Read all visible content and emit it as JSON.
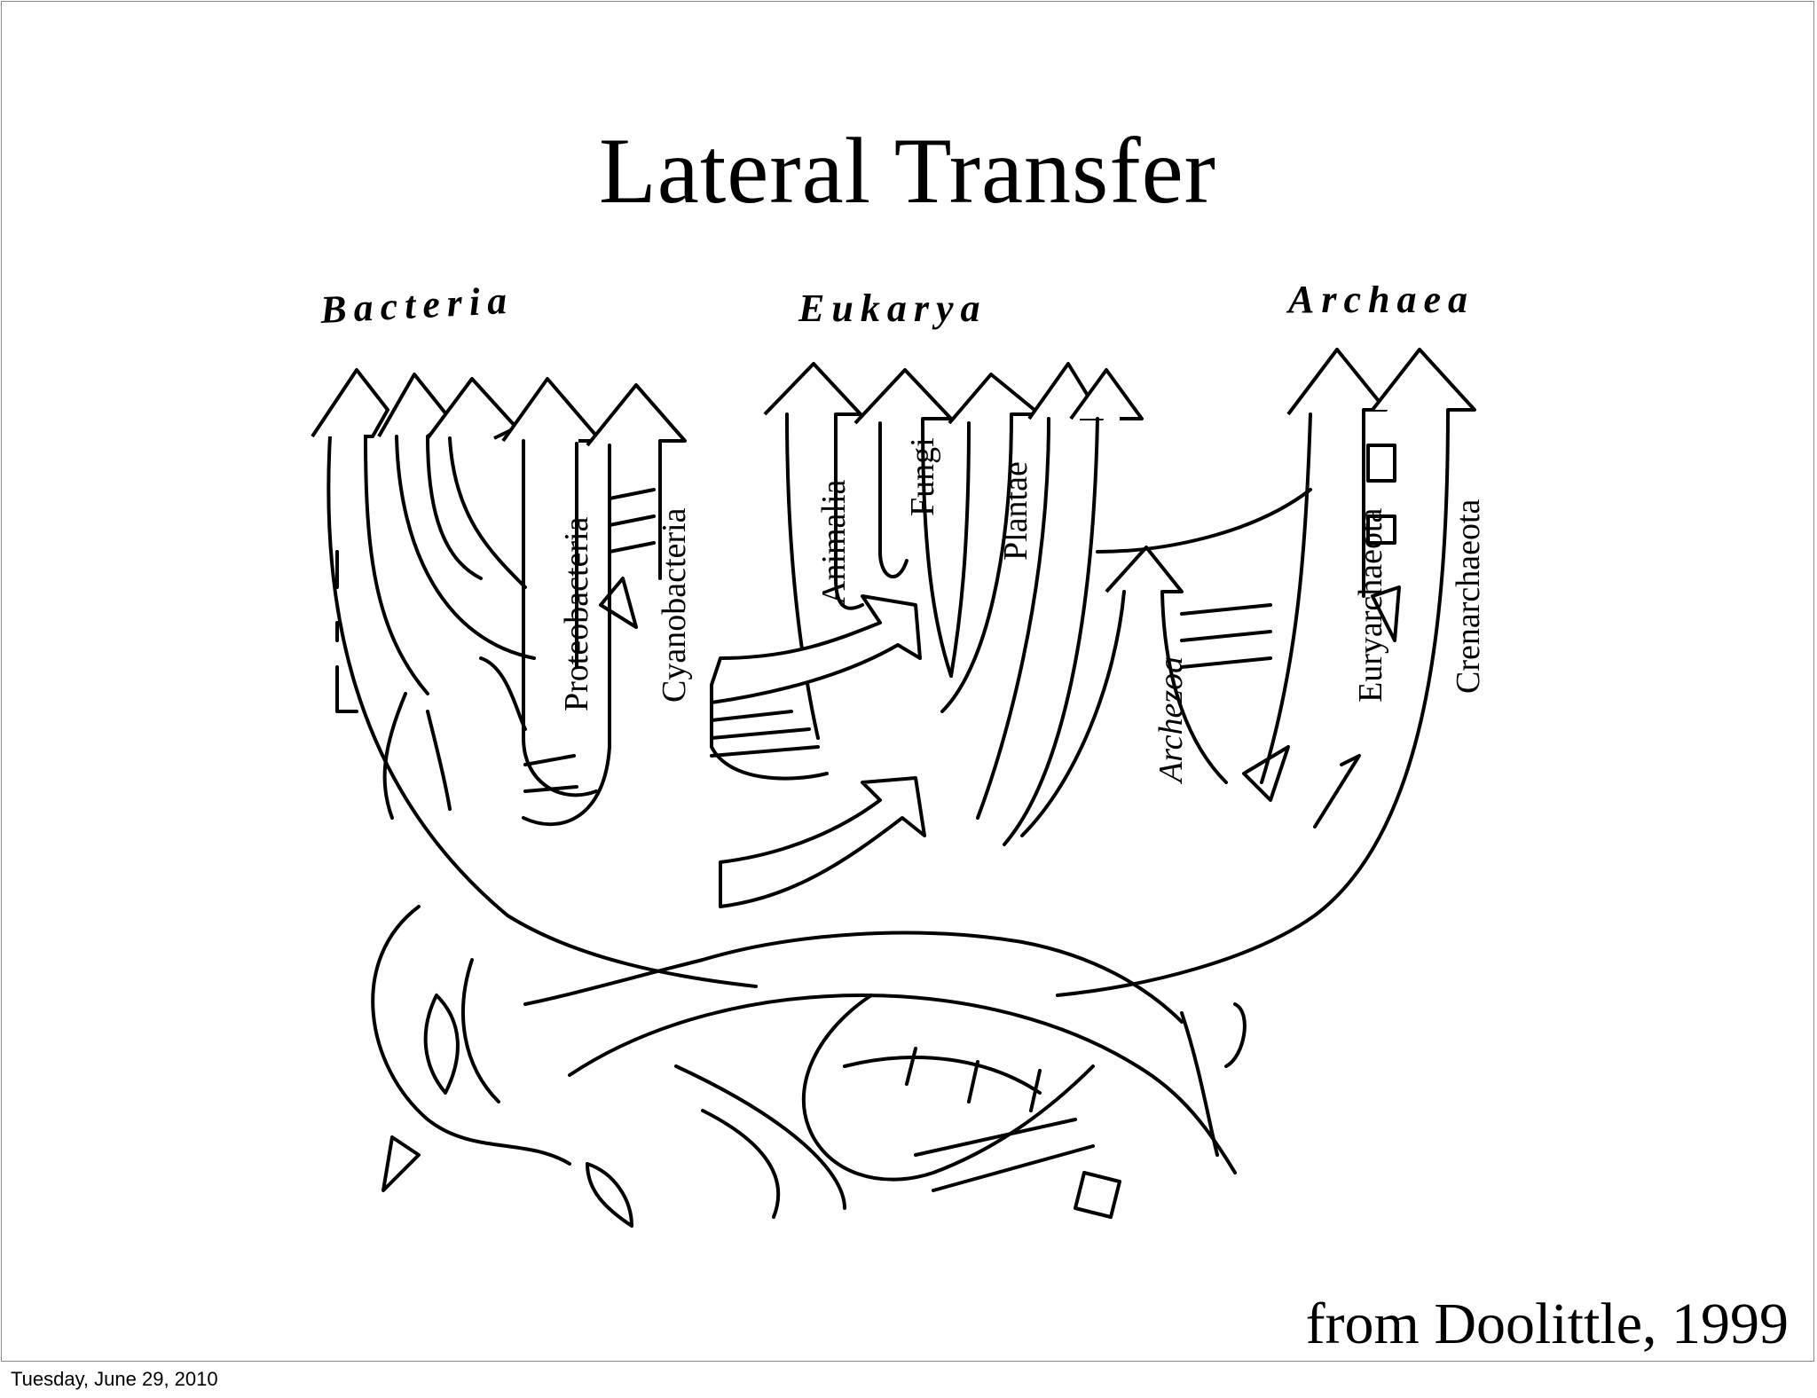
{
  "slide": {
    "title": "Lateral Transfer",
    "citation": "from Doolittle, 1999",
    "footer_date": "Tuesday, June 29, 2010"
  },
  "diagram": {
    "domains": {
      "bacteria": "Bacteria",
      "eukarya": "Eukarya",
      "archaea": "Archaea"
    },
    "branches": {
      "proteobacteria": "Proteobacteria",
      "cyanobacteria": "Cyanobacteria",
      "animalia": "Animalia",
      "fungi": "Fungi",
      "plantae": "Plantae",
      "archezoa": "Archezoa",
      "euryarchaeota": "Euryarchaeota",
      "crenarchaeota": "Crenarchaeota"
    }
  },
  "colors": {
    "ink": "#000000",
    "background": "#ffffff",
    "border": "#8a8a8a"
  }
}
